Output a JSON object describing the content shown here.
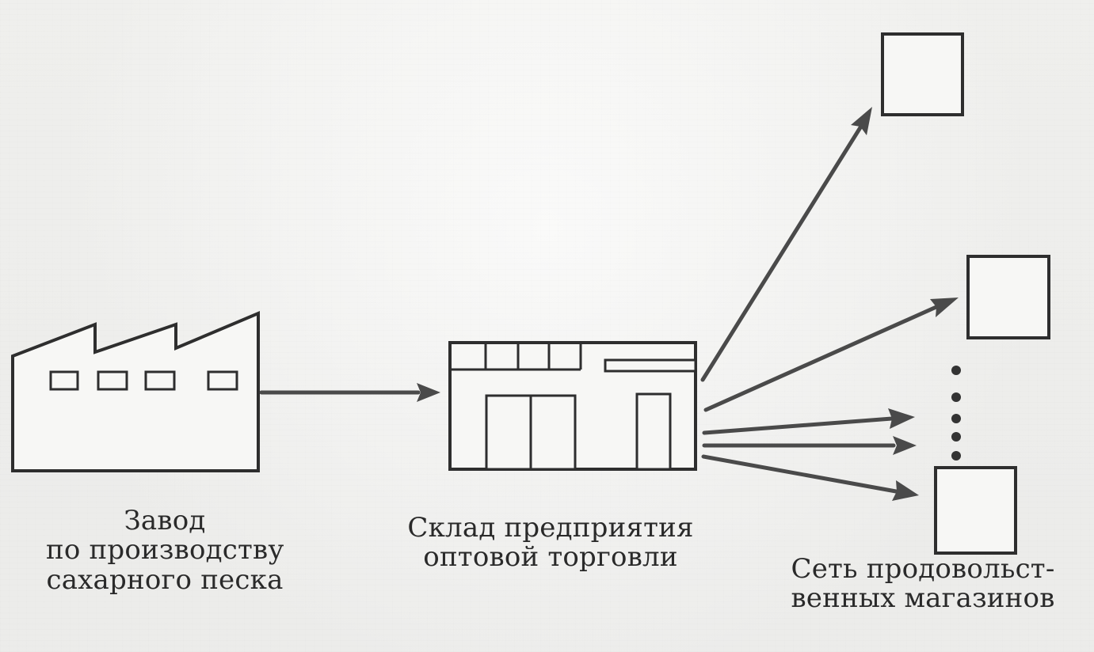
{
  "diagram": {
    "nodes": {
      "factory": {
        "label_lines": [
          "Завод",
          "по производству",
          "сахарного песка"
        ],
        "icon": "factory-icon"
      },
      "warehouse": {
        "label_lines": [
          "Склад предприятия",
          "оптовой торговли"
        ],
        "icon": "warehouse-icon"
      },
      "shops": {
        "label_lines": [
          "Сеть продовольст-",
          "венных магазинов"
        ],
        "icon": "shop-box-icon"
      }
    },
    "edges": [
      {
        "from": "factory",
        "to": "warehouse"
      },
      {
        "from": "warehouse",
        "to": "shop-1"
      },
      {
        "from": "warehouse",
        "to": "shop-2"
      },
      {
        "from": "warehouse",
        "to": "shop-3"
      },
      {
        "from": "warehouse",
        "to": "shop-4"
      },
      {
        "from": "warehouse",
        "to": "shop-5"
      }
    ],
    "colors": {
      "ink": "#2e2e2e",
      "arrow": "#4a4a4a",
      "paper": "#f2f2ef"
    }
  }
}
